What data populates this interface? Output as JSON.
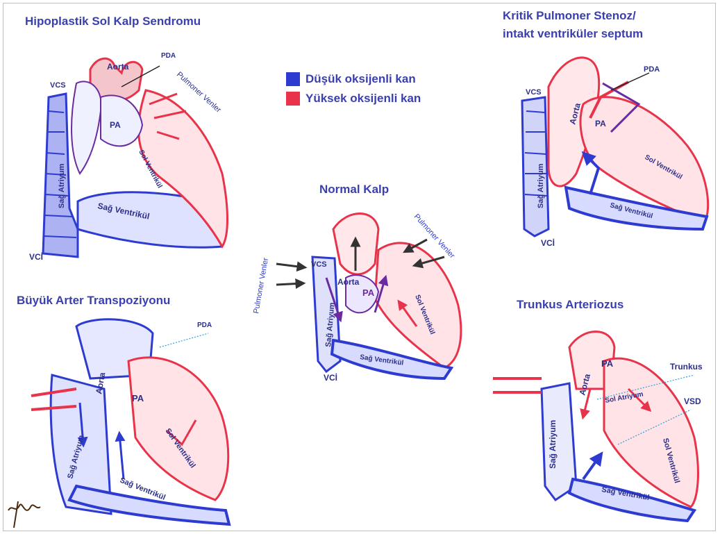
{
  "colors": {
    "low_oxygen": "#2d3bd1",
    "high_oxygen": "#e8334a",
    "title_text": "#3a3fb0",
    "leader_line": "#29a3d9"
  },
  "legend": {
    "low_label": "Düşük oksijenli kan",
    "high_label": "Yüksek oksijenli kan"
  },
  "hlhs": {
    "title": "Hipoplastik Sol Kalp Sendromu",
    "labels": {
      "pda": "PDA",
      "aorta": "Aorta",
      "vcs": "VCS",
      "pulm_veins": "Pulmoner Venler",
      "pa": "PA",
      "ra": "Sağ Atriyum",
      "lv": "Sol Ventrikül",
      "rv": "Sağ Ventrikül",
      "vci": "VCİ"
    }
  },
  "critical_ps": {
    "title_line1": "Kritik Pulmoner Stenoz/",
    "title_line2": "intakt ventriküler septum",
    "labels": {
      "pda": "PDA",
      "vcs": "VCS",
      "aorta": "Aorta",
      "pa": "PA",
      "ra": "Sağ Atriyum",
      "lv": "Sol Ventrikül",
      "rv": "Sağ Ventrikül",
      "vci": "VCİ"
    }
  },
  "normal": {
    "title": "Normal Kalp",
    "labels": {
      "pulm_veins_left": "Pulmoner Venler",
      "pulm_veins_right": "Pulmoner Venler",
      "vcs": "VCS",
      "aorta": "Aorta",
      "pa": "PA",
      "ra": "Sağ Atriyum",
      "lv": "Sol Ventrikül",
      "rv": "Sağ Ventrikül",
      "vci": "VCİ"
    }
  },
  "tga": {
    "title": "Büyük Arter Transpoziyonu",
    "labels": {
      "pda": "PDA",
      "aorta": "Aorta",
      "pa": "PA",
      "ra": "Sağ Atriyum",
      "lv": "Sol Ventrikül",
      "rv": "Sağ Ventrikül"
    }
  },
  "truncus": {
    "title": "Trunkus Arteriozus",
    "labels": {
      "aorta": "Aorta",
      "pa": "PA",
      "trunkus": "Trunkus",
      "la": "Sol Atriyum",
      "vsd": "VSD",
      "ra": "Sağ Atriyum",
      "lv": "Sol Ventrikül",
      "rv": "Sağ Ventrikül"
    }
  },
  "signature": "iita"
}
